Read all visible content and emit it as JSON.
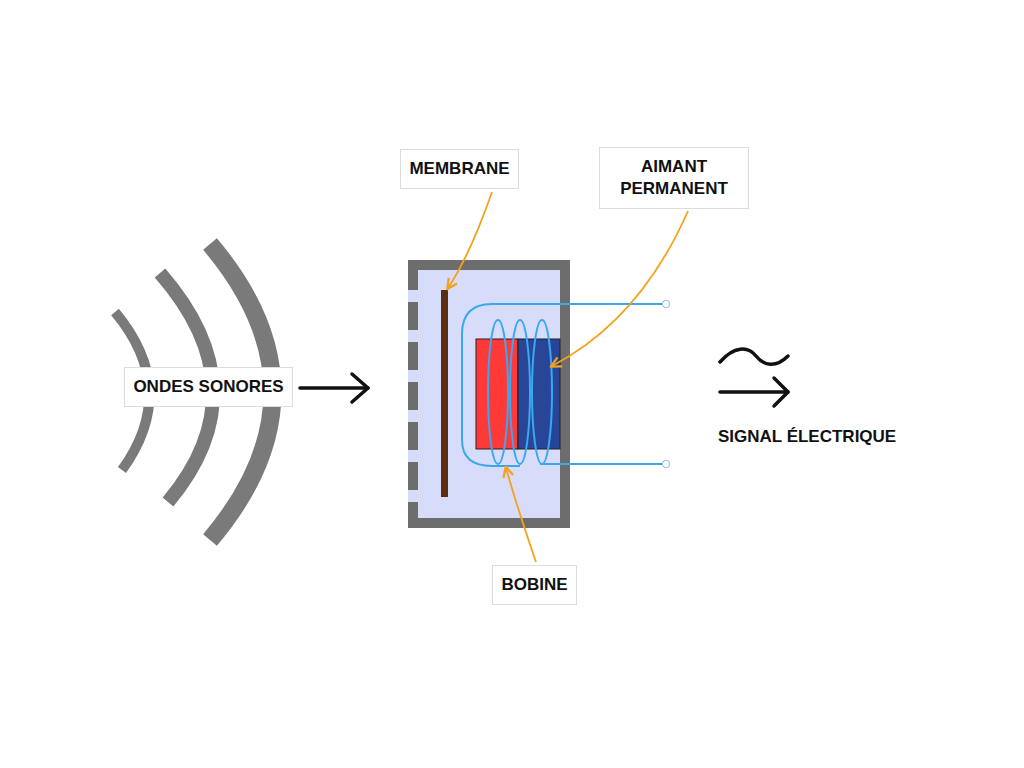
{
  "diagram": {
    "nodes": [
      {
        "text": [
          "MEMBRANE"
        ]
      },
      {
        "text": [
          "AIMANT PERMANENT"
        ]
      },
      {
        "text": [
          "ONDES SONORES"
        ]
      },
      {
        "text": [
          "BOBINE"
        ]
      }
    ],
    "labels": [
      "SIGNAL ÉLECTRIQUE"
    ]
  }
}
